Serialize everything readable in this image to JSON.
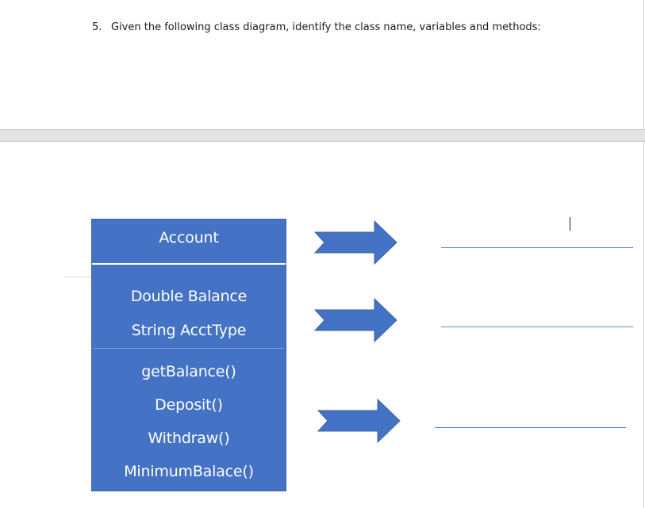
{
  "question": {
    "number": "5.",
    "text": "Given the following class diagram, identify the class name, variables and methods:"
  },
  "class_diagram": {
    "class_name": "Account",
    "variables": [
      "Double Balance",
      "String AcctType"
    ],
    "methods": [
      "getBalance()",
      "Deposit()",
      "Withdraw()",
      "MinimumBalace()"
    ]
  },
  "colors": {
    "box_fill": "#4472c4",
    "arrow_fill": "#4472c4",
    "answer_line": "#5b87c8"
  },
  "icons": [
    "right-arrow-icon",
    "right-arrow-icon",
    "right-arrow-icon"
  ]
}
